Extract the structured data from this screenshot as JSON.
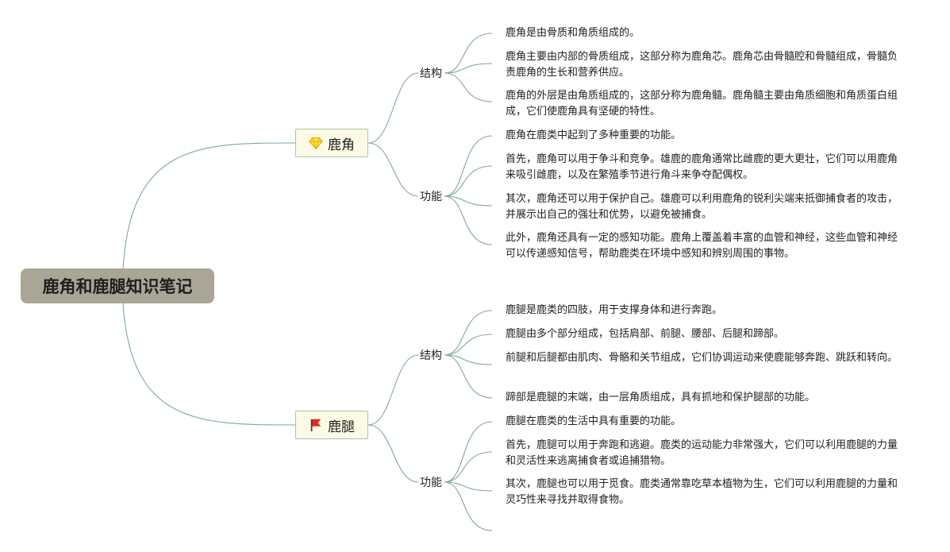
{
  "root": {
    "title": "鹿角和鹿腿知识笔记"
  },
  "topics": [
    {
      "label": "鹿角",
      "icon": "diamond-icon",
      "subtopics": [
        {
          "label": "结构",
          "leaves": [
            "鹿角是由骨质和角质组成的。",
            "鹿角主要由内部的骨质组成，这部分称为鹿角芯。鹿角芯由骨髓腔和骨髓组成，骨髓负责鹿角的生长和营养供应。",
            "鹿角的外层是由角质组成的，这部分称为鹿角髓。鹿角髓主要由角质细胞和角质蛋白组成，它们使鹿角具有坚硬的特性。"
          ]
        },
        {
          "label": "功能",
          "leaves": [
            "鹿角在鹿类中起到了多种重要的功能。",
            "首先，鹿角可以用于争斗和竞争。雄鹿的鹿角通常比雌鹿的更大更壮，它们可以用鹿角来吸引雌鹿，以及在繁殖季节进行角斗来争夺配偶权。",
            "其次，鹿角还可以用于保护自己。雄鹿可以利用鹿角的锐利尖端来抵御捕食者的攻击，并展示出自己的强壮和优势，以避免被捕食。",
            "此外，鹿角还具有一定的感知功能。鹿角上覆盖着丰富的血管和神经，这些血管和神经可以传递感知信号，帮助鹿类在环境中感知和辨别周围的事物。"
          ]
        }
      ]
    },
    {
      "label": "鹿腿",
      "icon": "red-flag-icon",
      "subtopics": [
        {
          "label": "结构",
          "leaves": [
            "鹿腿是鹿类的四肢，用于支撑身体和进行奔跑。",
            "鹿腿由多个部分组成，包括肩部、前腿、腰部、后腿和蹄部。",
            "前腿和后腿都由肌肉、骨骼和关节组成，它们协调运动来使鹿能够奔跑、跳跃和转向。",
            "蹄部是鹿腿的末端，由一层角质组成，具有抓地和保护腿部的功能。"
          ]
        },
        {
          "label": "功能",
          "leaves": [
            "鹿腿在鹿类的生活中具有重要的功能。",
            "首先，鹿腿可以用于奔跑和逃避。鹿类的运动能力非常强大，它们可以利用鹿腿的力量和灵活性来逃离捕食者或追捕猎物。",
            "其次，鹿腿也可以用于觅食。鹿类通常靠吃草本植物为生，它们可以利用鹿腿的力量和灵巧性来寻找并取得食物。",
            ""
          ]
        }
      ]
    }
  ],
  "colors": {
    "edge": "#7fa89a",
    "root_bg": "#a9a698",
    "topic_bg": "#fdfbe5",
    "topic_border": "#a8c4a8"
  }
}
